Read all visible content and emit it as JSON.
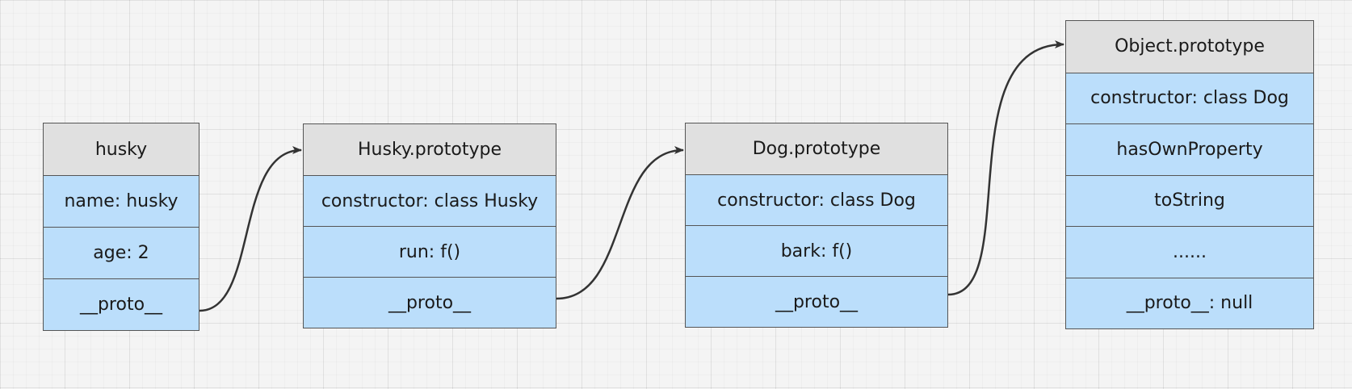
{
  "nodes": [
    {
      "title": "husky",
      "rows": [
        "name: husky",
        "age: 2",
        "__proto__"
      ]
    },
    {
      "title": "Husky.prototype",
      "rows": [
        "constructor: class Husky",
        "run: f()",
        "__proto__"
      ]
    },
    {
      "title": "Dog.prototype",
      "rows": [
        "constructor: class Dog",
        "bark: f()",
        "__proto__"
      ]
    },
    {
      "title": "Object.prototype",
      "rows": [
        "constructor: class Dog",
        "hasOwnProperty",
        "toString",
        "......",
        "__proto__: null"
      ]
    }
  ],
  "colors": {
    "header_fill": "#e0e0e0",
    "row_fill": "#bbdefb",
    "border": "#555555",
    "arrow": "#333333"
  }
}
